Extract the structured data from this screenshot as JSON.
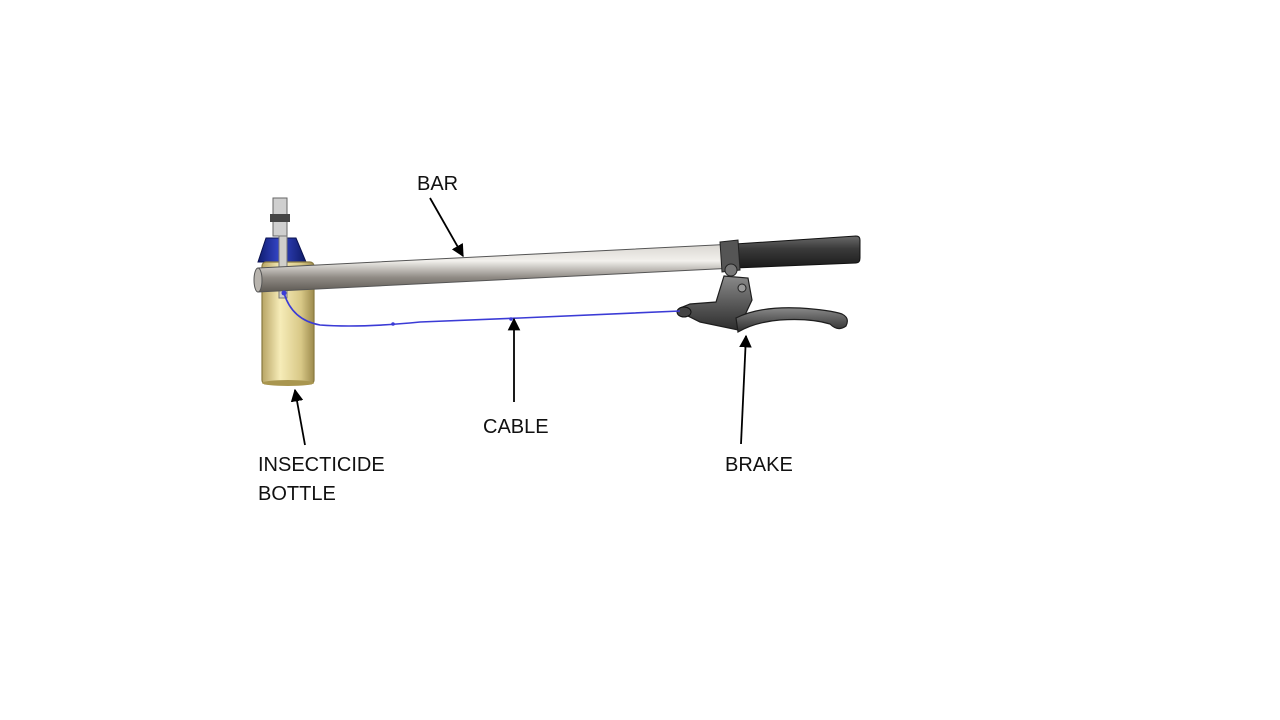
{
  "labels": {
    "bar": "BAR",
    "cable": "CABLE",
    "brake": "BRAKE",
    "insecticide_line1": "INSECTICIDE",
    "insecticide_line2": "BOTTLE"
  },
  "colors": {
    "background": "#ffffff",
    "bar_metal": "#9a958f",
    "grip": "#2f2f2f",
    "bottle_body": "#e6d89a",
    "bottle_cap": "#1f2f9a",
    "cable": "#3b3bd6",
    "brake_lever": "#5a5a5a",
    "arrow": "#000000"
  }
}
